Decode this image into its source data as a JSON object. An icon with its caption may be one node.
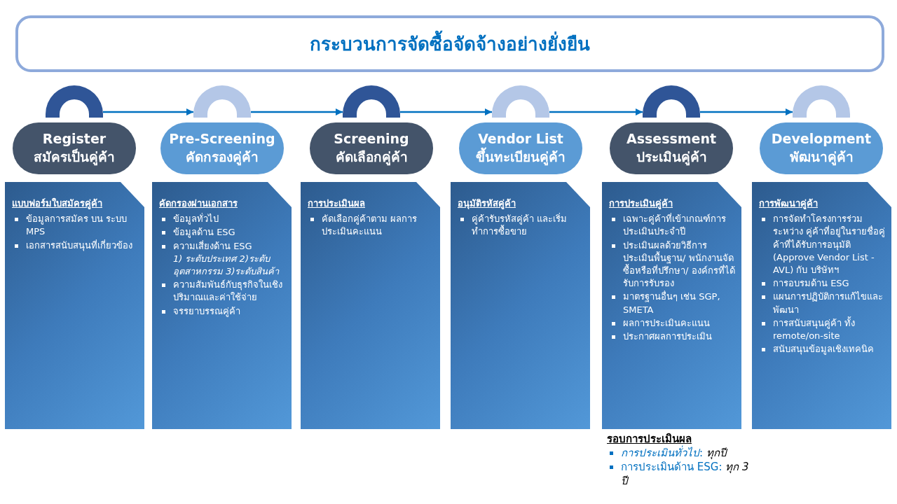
{
  "diagram": {
    "title": "กระบวนการจัดซื้อจัดจ้างอย่างยั่งยืน",
    "nodes": [
      {
        "text": [],
        "shape": "arch"
      },
      {
        "text": [],
        "shape": "arch"
      },
      {
        "text": [],
        "shape": "arch"
      },
      {
        "text": [],
        "shape": "arch"
      },
      {
        "text": [],
        "shape": "arch"
      },
      {
        "text": [],
        "shape": "arch"
      },
      {
        "text": [
          "Register",
          "สมัครเป็นคู่ค้า"
        ]
      },
      {
        "text": [
          "Pre-Screening",
          "คัดกรองคู่ค้า"
        ]
      },
      {
        "text": [
          "Screening",
          "คัดเลือกคู่ค้า"
        ]
      },
      {
        "text": [
          "Vendor List",
          "ขึ้นทะเบียนคู่ค้า"
        ]
      },
      {
        "text": [
          "Assessment",
          "ประเมินคู่ค้า"
        ]
      },
      {
        "text": [
          "Development",
          "พัฒนาคู่ค้า"
        ]
      },
      {
        "text": [
          "แบบฟอร์มใบสมัครคู่ค้า",
          "ข้อมูลการสมัคร บน ระบบ MPS",
          "เอกสารสนับสนุนที่เกี่ยวข้อง"
        ]
      },
      {
        "text": [
          "คัดกรองผ่านเอกสาร",
          "ข้อมูลทั่วไป",
          "ข้อมูลด้าน ESG",
          "ความเสี่ยงด้าน ESG *1) ระดับประเทศ 2)ระดับอุตสาหกรรม 3)ระดับสินค้า*",
          "ความสัมพันธ์กับธุรกิจในเชิงปริมาณและค่าใช้จ่าย",
          "จรรยาบรรณคู่ค้า"
        ]
      },
      {
        "text": [
          "การประเมินผล",
          "คัดเลือกคู่ค้าตาม ผลการประเมินคะแนน"
        ]
      },
      {
        "text": [
          "อนุมัติรหัสคู่ค้า",
          "คู่ค้ารับรหัสคู่ค้า และเริ่มทำการซื้อขาย"
        ]
      },
      {
        "text": [
          "การประเมินคู่ค้า",
          "เฉพาะคู่ค้าที่เข้าเกณฑ์การประเมินประจำปี",
          "ประเมินผลด้วยวิธีการประเมินพื้นฐาน/ พนักงานจัดซื้อหรือที่ปรึกษา/ องค์กรที่ได้รับการรับรอง",
          "มาตรฐานอื่นๆ เช่น SGP, SMETA",
          "ผลการประเมินคะแนน",
          "ประกาศผลการประเมิน"
        ],
        "beside": [
          "รอบการประเมินผล",
          "*การประเมินทั่วไป*: *ทุกปี*",
          "การประเมินด้าน ESG: *ทุก 3 ปี*"
        ]
      },
      {
        "text": [
          "การพัฒนาคู่ค้า",
          "การจัดทำโครงการร่วมระหว่าง คู่ค้าที่อยู่ในรายชื่อคู่ค้าที่ได้รับการอนุมัติ (Approve Vendor List - AVL) กับ บริษัทฯ",
          "การอบรมด้าน ESG",
          "แผนการปฏิบัติการแก้ไขและพัฒนา",
          "การสนับสนุนคู่ค้า ทั้ง remote/on-site",
          "สนับสนุนข้อมูลเชิงเทคนิค"
        ]
      }
    ],
    "edges": [
      {
        "from": 0,
        "to": 1,
        "arrow": "to"
      },
      {
        "from": 1,
        "to": 2,
        "arrow": "to"
      },
      {
        "from": 2,
        "to": 3,
        "arrow": "to"
      },
      {
        "from": 3,
        "to": 4,
        "arrow": "to"
      },
      {
        "from": 4,
        "to": 5,
        "arrow": "to"
      }
    ]
  }
}
